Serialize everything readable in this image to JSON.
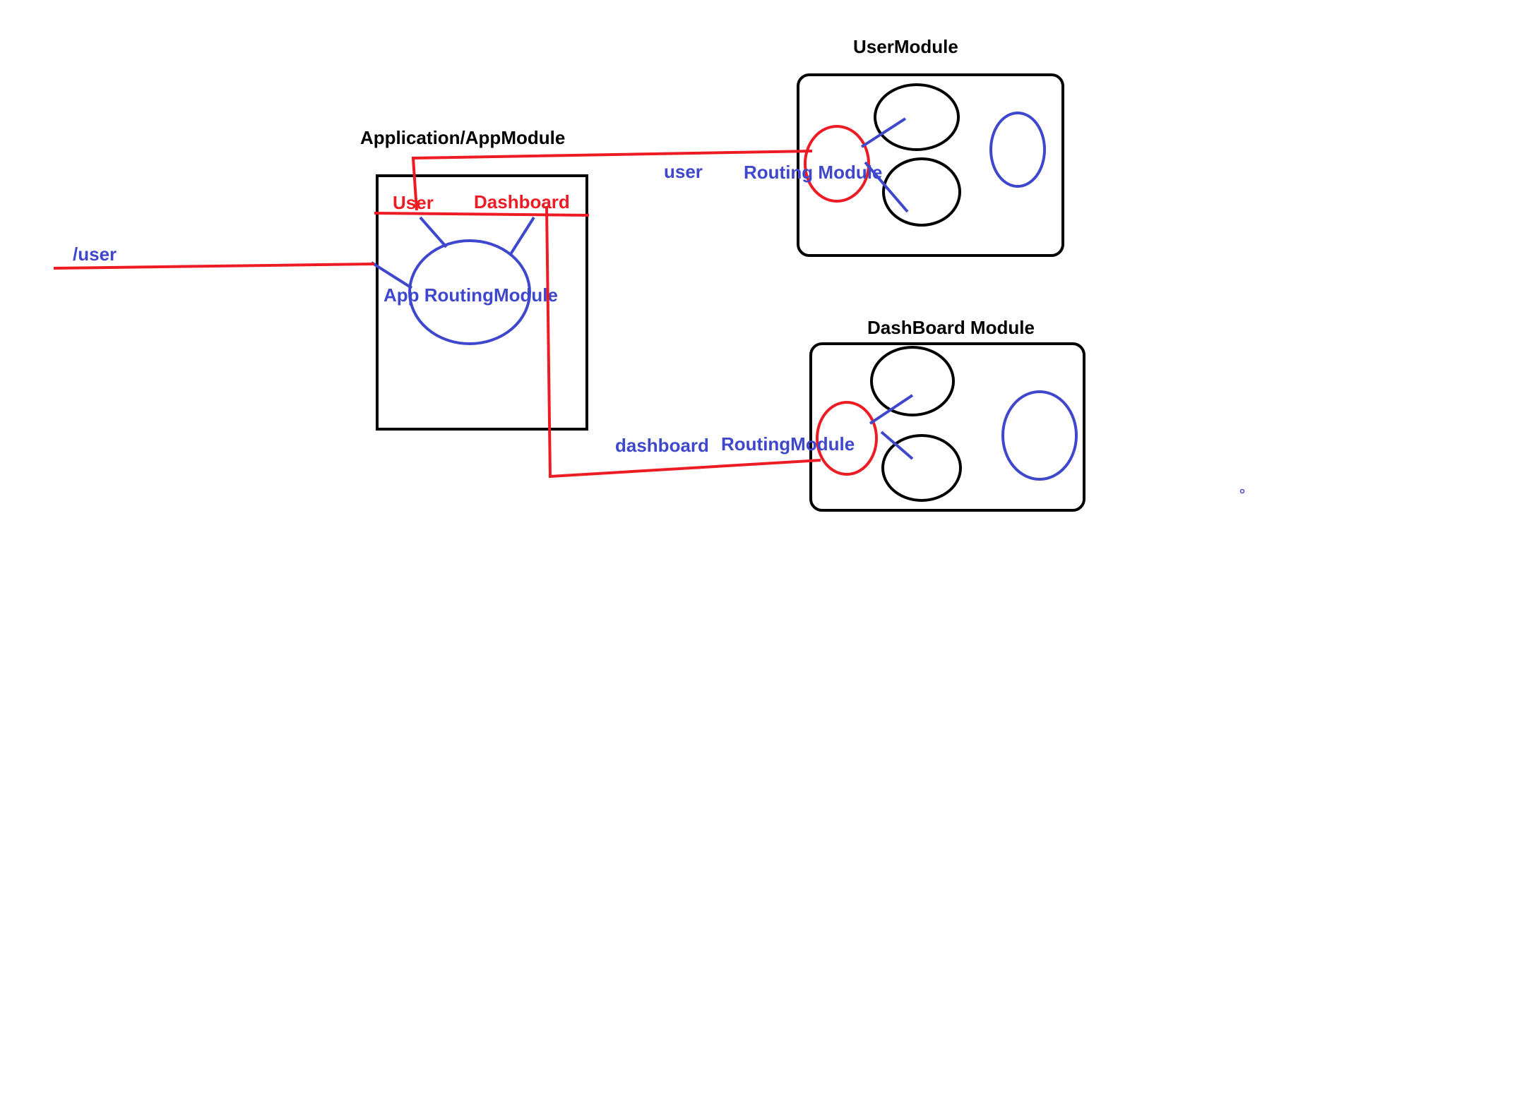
{
  "colors": {
    "background": "#ffffff",
    "black": "#000000",
    "red": "#ed1c24",
    "blue": "#3f48cc"
  },
  "labels": {
    "app_module_title": "Application/AppModule",
    "user_module_title": "UserModule",
    "dashboard_module_title": "DashBoard Module",
    "route_user_path": "/user",
    "app_tab_user": "User",
    "app_tab_dashboard": "Dashboard",
    "app_routing_module": "App RoutingModule",
    "user_route_label": "user",
    "user_routing_module": "Routing Module",
    "dashboard_route_label": "dashboard",
    "dashboard_routing_module": "RoutingModule"
  }
}
